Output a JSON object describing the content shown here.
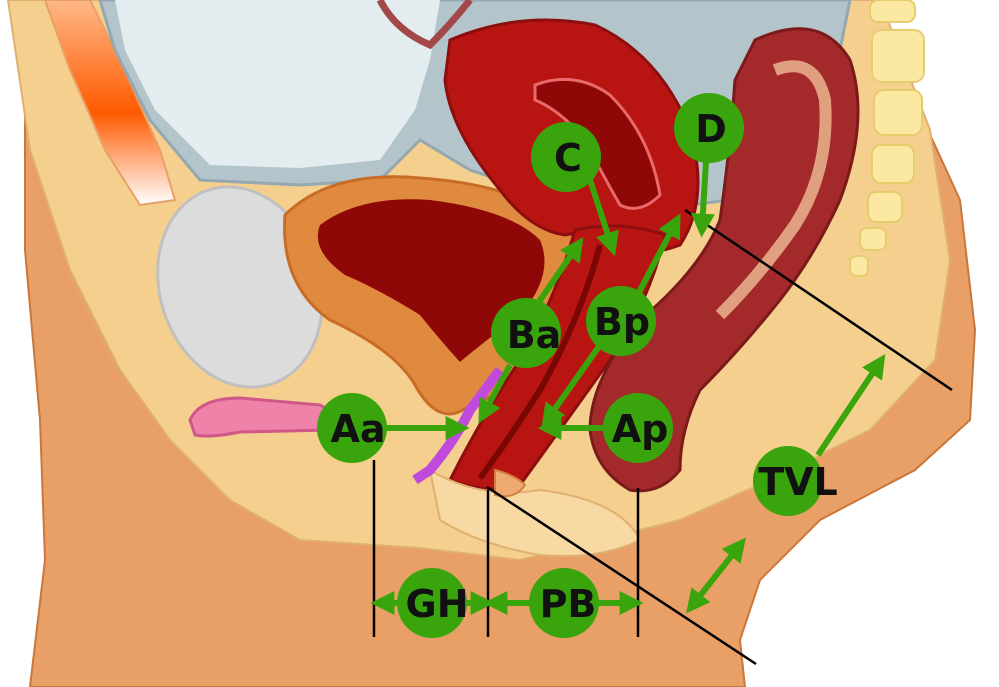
{
  "labels": {
    "aa": "Aa",
    "ba": "Ba",
    "c": "C",
    "d": "D",
    "bp": "Bp",
    "ap": "Ap",
    "tvl": "TVL",
    "gh": "GH",
    "pb": "PB"
  },
  "colors": {
    "marker_green": "#3aa40d",
    "skin": "#e8a066",
    "fat": "#f5cf8e",
    "uterus_red": "#b81512",
    "dark_red": "#8f0808",
    "rectum": "#a3292b",
    "peritoneum_gray": "#b4c4cb",
    "bladder_gray": "#dcdcdc",
    "pubic_orange": "#ff6600",
    "spine_yellow": "#fbe9a3",
    "clitoris_pink": "#ee82a8",
    "urethra_purple": "#c04adc"
  }
}
